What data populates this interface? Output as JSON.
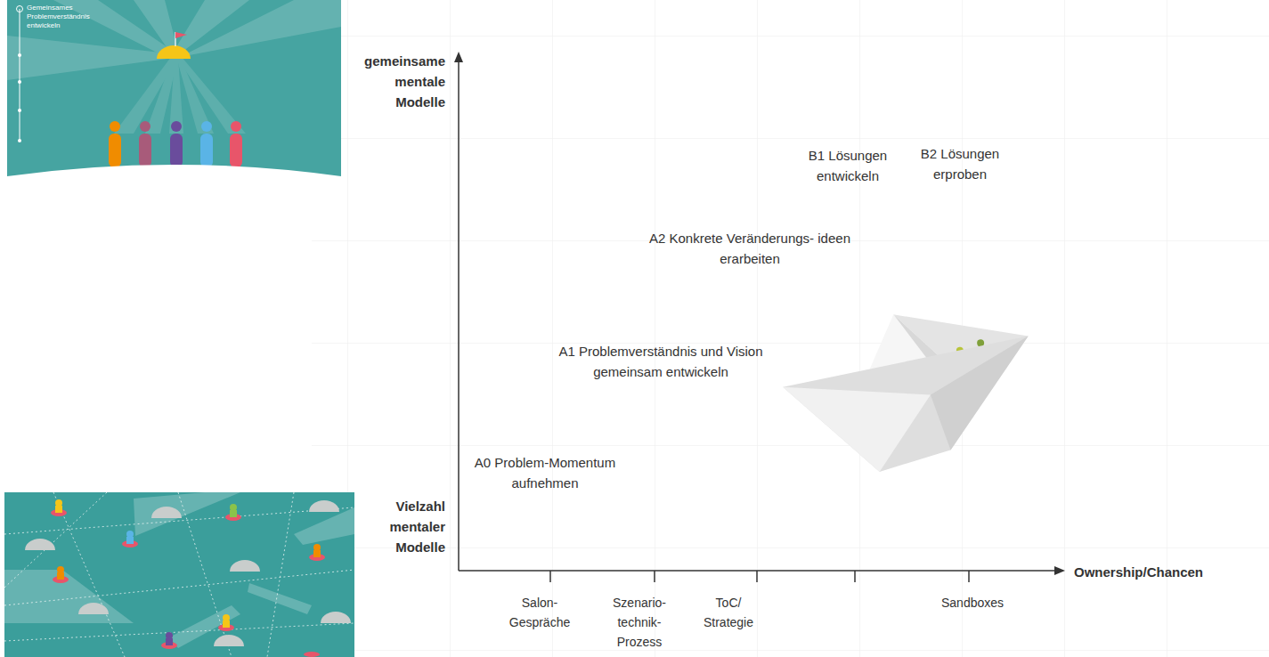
{
  "diagram": {
    "labels": [
      "Gemeinsames Problemverständnis entwickeln",
      "gemeinsame mentale Modelle",
      "Vielzahl mentaler Modelle",
      "Ownership/Chancen",
      "A0 Problem-Momentum aufnehmen",
      "A1 Problemverständnis und Vision gemeinsam entwickeln",
      "A2 Konkrete Veränderungs- ideen erarbeiten",
      "B1 Lösungen entwickeln",
      "B2 Lösungen erproben",
      "Salon- Gespräche",
      "Szenario- technik- Prozess",
      "ToC/ Strategie",
      "Sandboxes"
    ]
  }
}
